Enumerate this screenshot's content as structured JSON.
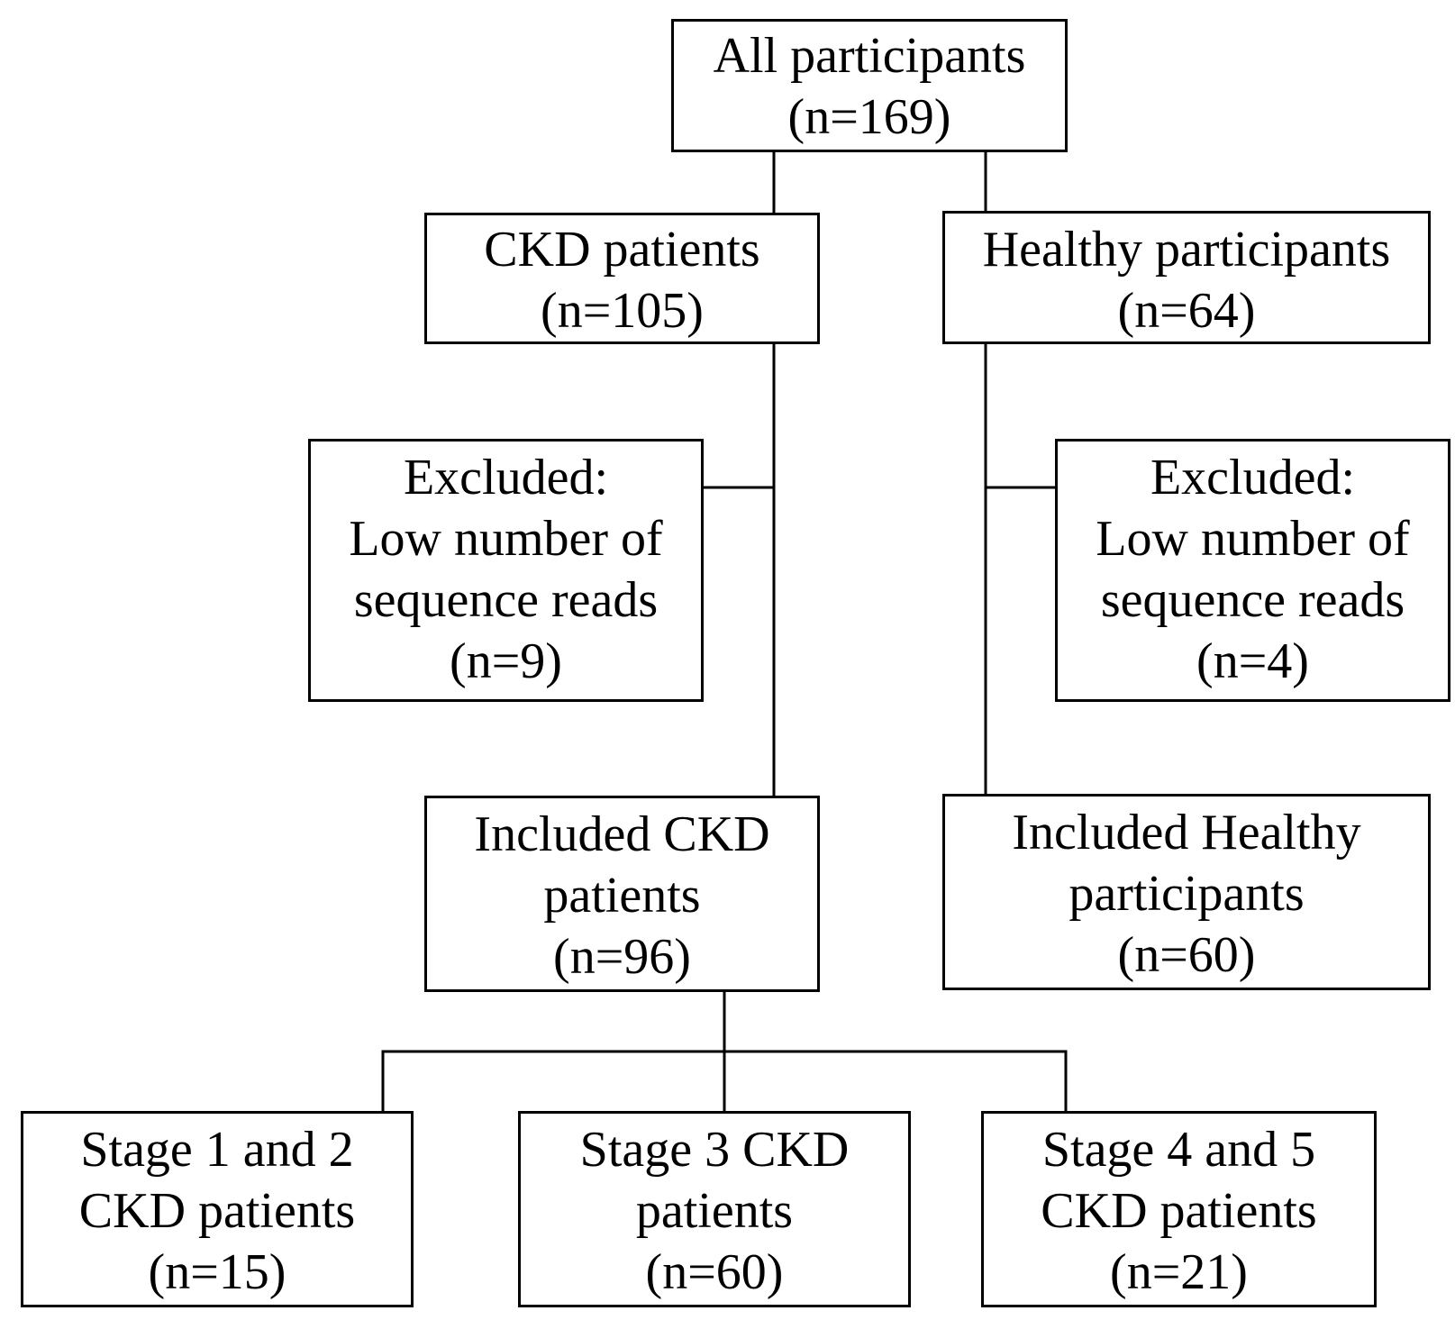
{
  "flowchart": {
    "all_participants": {
      "lines": [
        "All participants",
        "(n=169)"
      ]
    },
    "ckd_patients": {
      "lines": [
        "CKD patients",
        "(n=105)"
      ]
    },
    "healthy_participants": {
      "lines": [
        "Healthy participants",
        "(n=64)"
      ]
    },
    "excluded_ckd": {
      "lines": [
        "Excluded:",
        "Low number of",
        "sequence reads",
        "(n=9)"
      ]
    },
    "excluded_healthy": {
      "lines": [
        "Excluded:",
        "Low number of",
        "sequence reads",
        "(n=4)"
      ]
    },
    "included_ckd": {
      "lines": [
        "Included CKD",
        "patients",
        "(n=96)"
      ]
    },
    "included_healthy": {
      "lines": [
        "Included Healthy",
        "participants",
        "(n=60)"
      ]
    },
    "stage_1_2": {
      "lines": [
        "Stage 1 and 2",
        "CKD patients",
        "(n=15)"
      ]
    },
    "stage_3": {
      "lines": [
        "Stage 3 CKD",
        "patients",
        "(n=60)"
      ]
    },
    "stage_4_5": {
      "lines": [
        "Stage 4 and 5",
        "CKD patients",
        "(n=21)"
      ]
    }
  }
}
